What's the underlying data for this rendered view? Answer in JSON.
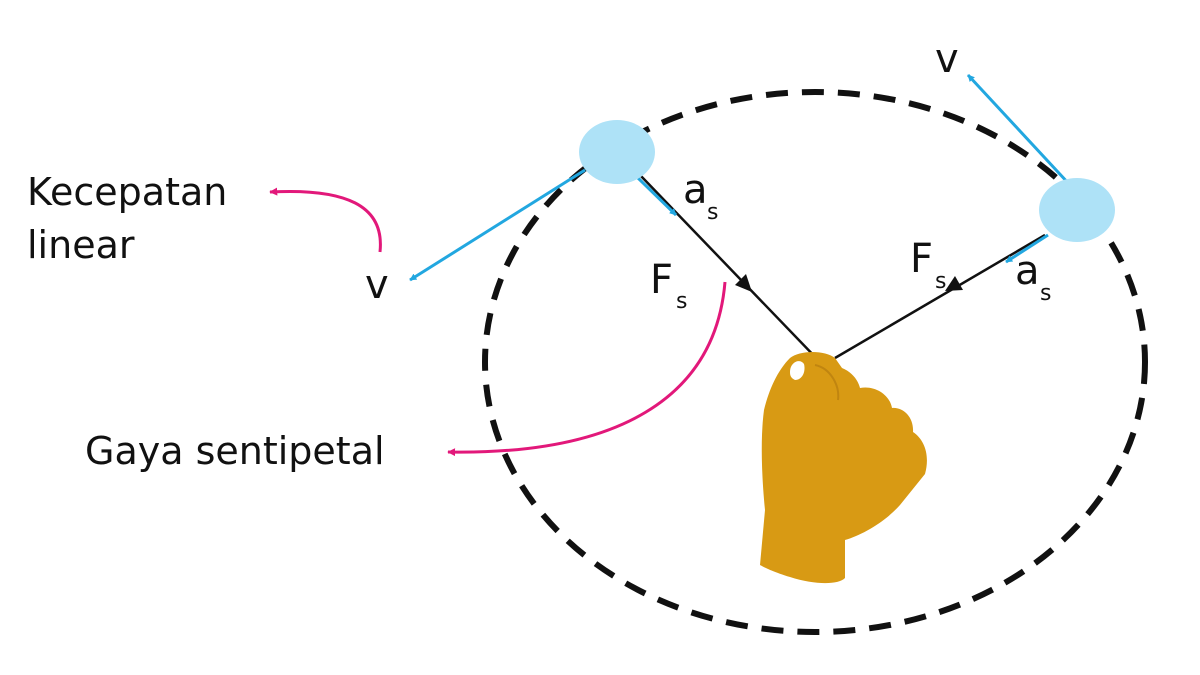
{
  "labels": {
    "linear_velocity_line1": "Kecepatan",
    "linear_velocity_line2": "linear",
    "centripetal_force": "Gaya sentipetal",
    "velocity_left": "v",
    "velocity_right": "v",
    "accel_left": {
      "main": "a",
      "sub": "s"
    },
    "force_left": {
      "main": "F",
      "sub": "s"
    },
    "force_right": {
      "main": "F",
      "sub": "s"
    },
    "accel_right": {
      "main": "a",
      "sub": "s"
    }
  },
  "colors": {
    "orbit": "#111111",
    "ball": "#aee2f7",
    "velocity_arrow": "#22a7e0",
    "string": "#111111",
    "pointer": "#e2187a",
    "hand": "#d89a14",
    "hand_nail": "#ffffff"
  },
  "icons": {
    "hand": "fist-icon",
    "ball": "ball-icon"
  }
}
